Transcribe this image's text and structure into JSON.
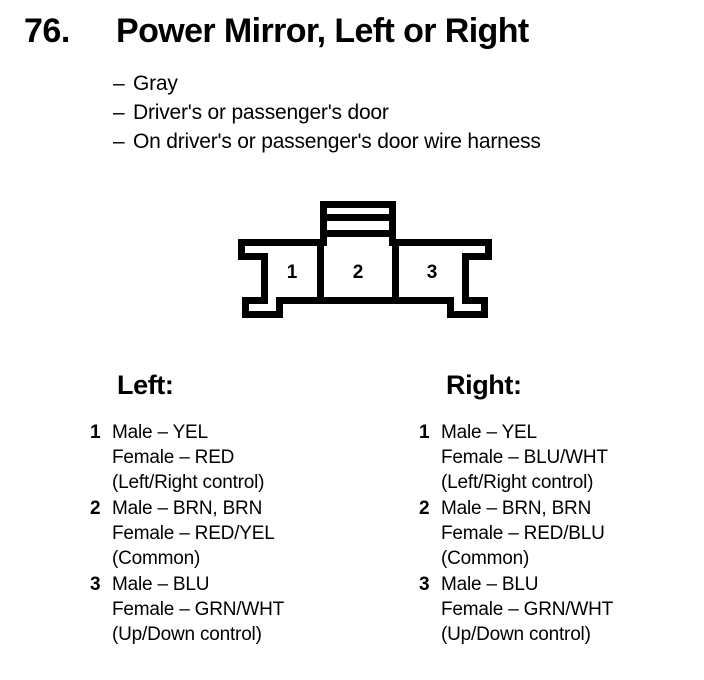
{
  "entry": {
    "number": "76.",
    "title": "Power Mirror, Left or Right",
    "bullets": [
      "Gray",
      "Driver's or passenger's door",
      "On driver's or passenger's door wire harness"
    ],
    "bullet_dash": "–"
  },
  "diagram": {
    "name": "3-pin connector pinout",
    "pin_labels": [
      "1",
      "2",
      "3"
    ],
    "line_color": "#000000",
    "fill_color": "#ffffff"
  },
  "columns": [
    {
      "heading": "Left:",
      "side": "left",
      "pins": [
        {
          "number": "1",
          "lines": [
            "Male – YEL",
            "Female – RED",
            "(Left/Right control)"
          ]
        },
        {
          "number": "2",
          "lines": [
            "Male – BRN, BRN",
            "Female – RED/YEL",
            "(Common)"
          ]
        },
        {
          "number": "3",
          "lines": [
            "Male – BLU",
            "Female – GRN/WHT",
            "(Up/Down control)"
          ]
        }
      ]
    },
    {
      "heading": "Right:",
      "side": "right",
      "pins": [
        {
          "number": "1",
          "lines": [
            "Male – YEL",
            "Female – BLU/WHT",
            "(Left/Right control)"
          ]
        },
        {
          "number": "2",
          "lines": [
            "Male – BRN, BRN",
            "Female – RED/BLU",
            "(Common)"
          ]
        },
        {
          "number": "3",
          "lines": [
            "Male – BLU",
            "Female – GRN/WHT",
            "(Up/Down control)"
          ]
        }
      ]
    }
  ]
}
